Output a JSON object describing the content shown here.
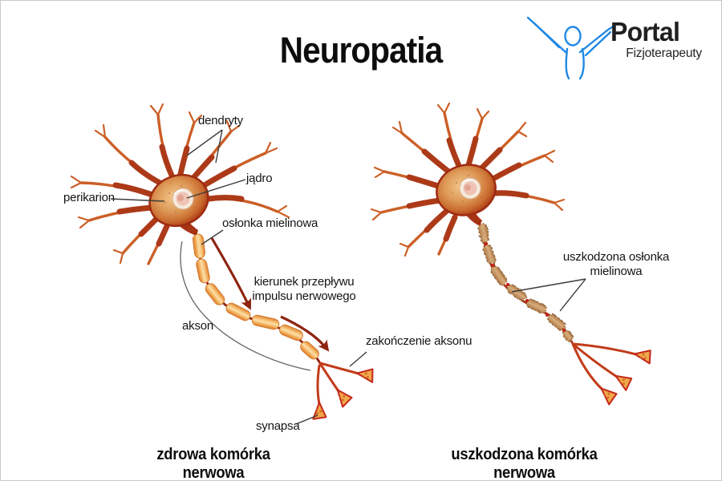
{
  "header": {
    "title": "Neuropatia",
    "logo": {
      "brand": "Portal",
      "subtitle": "Fizjoterapeuty",
      "icon": "raised-arms-person-icon",
      "icon_color": "#1E88E5",
      "text_color": "#1f2021"
    }
  },
  "left_panel": {
    "caption": "zdrowa komórka nerwowa",
    "labels": {
      "dendrites": "dendryty",
      "nucleus": "jądro",
      "perikaryon": "perikarion",
      "myelin_sheath": "osłonka mielinowa",
      "impulse_direction": "kierunek przepływu impulsu nerwowego",
      "axon": "akson",
      "axon_terminal": "zakończenie aksonu",
      "synapse": "synapsa"
    }
  },
  "right_panel": {
    "caption": "uszkodzona komórka nerwowa",
    "labels": {
      "damaged_myelin": "uszkodzona osłonka mielinowa"
    }
  },
  "colors": {
    "neuron_body": "#DE9A58",
    "neuron_outline": "#A23112",
    "dendrite": "#CC5F26",
    "myelin": "#F6C075",
    "myelin_edge": "#D4782E",
    "damaged_myelin": "#C08A55",
    "impulse_arrow": "#8E2310",
    "synapse_fill": "#F1A74C",
    "synapse_edge": "#C3281A",
    "pointer_line": "#3b3b3b",
    "logo_blue": "#1E88E5",
    "page_border": "#c9c9c9"
  }
}
